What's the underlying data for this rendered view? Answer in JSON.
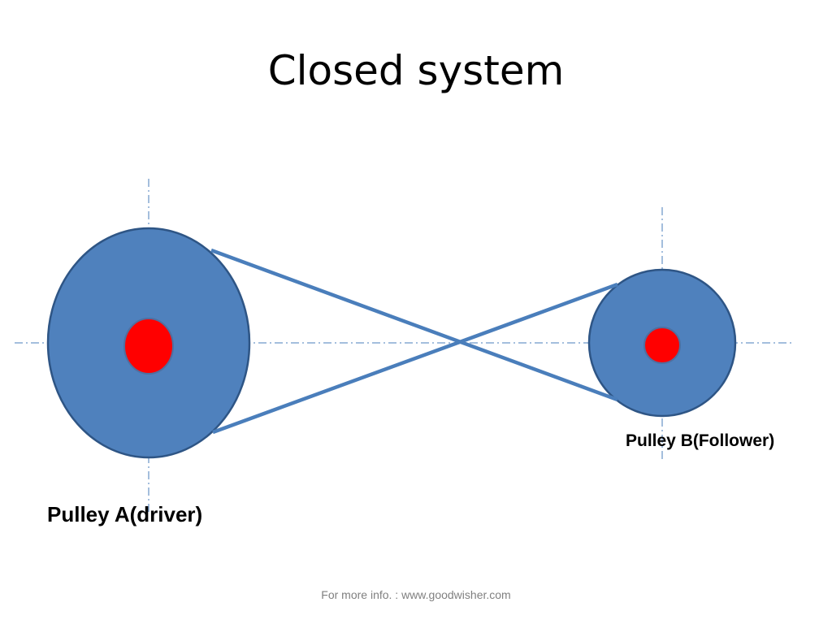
{
  "slide": {
    "title": "Closed system",
    "footer": "For more info. : www.goodwisher.com"
  },
  "diagram": {
    "pulley_a_label": "Pulley A(driver)",
    "pulley_b_label": "Pulley B(Follower)",
    "colors": {
      "pulley_fill": "#4f81bd",
      "pulley_stroke": "#2e5585",
      "hub_fill": "#ff0000",
      "belt": "#4a7ebb",
      "center_line": "#4a7ebb"
    }
  }
}
